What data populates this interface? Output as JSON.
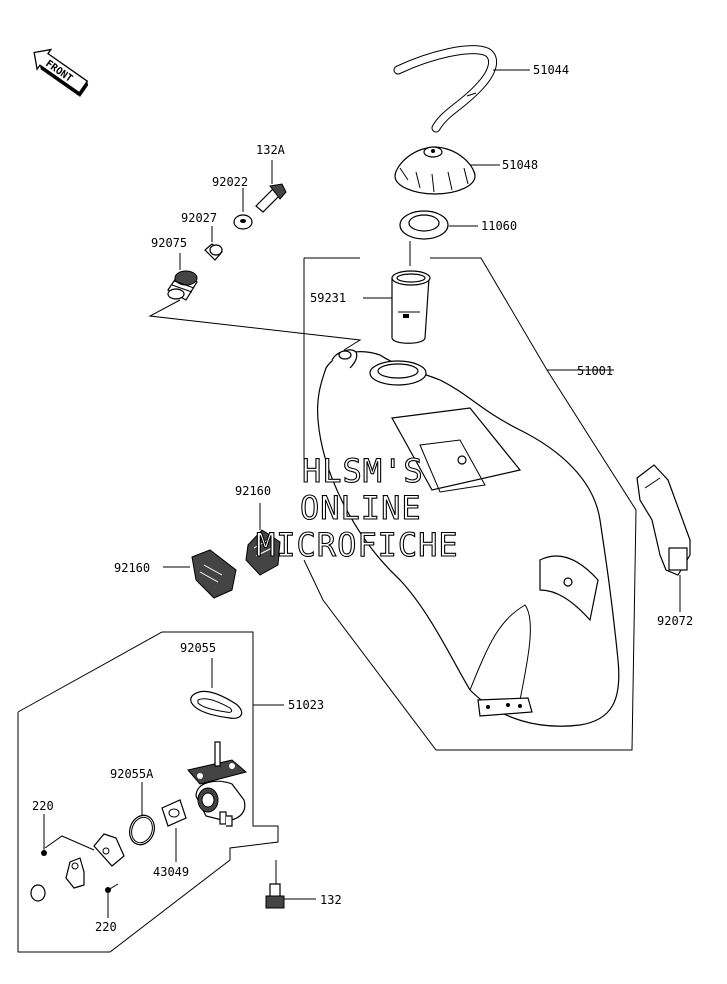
{
  "front_arrow": {
    "text": "FRONT"
  },
  "watermark": {
    "line1": "HLSM'S",
    "line2": "ONLINE",
    "line3": "MICROFICHE"
  },
  "parts": {
    "p51044": "51044",
    "p51048": "51048",
    "p11060": "11060",
    "p132A": "132A",
    "p92022": "92022",
    "p92027": "92027",
    "p92075": "92075",
    "p59231": "59231",
    "p51001": "51001",
    "p92160a": "92160",
    "p92160b": "92160",
    "p92072": "92072",
    "p92055": "92055",
    "p51023": "51023",
    "p92055A": "92055A",
    "p220a": "220",
    "p43049": "43049",
    "p220b": "220",
    "p132": "132"
  }
}
